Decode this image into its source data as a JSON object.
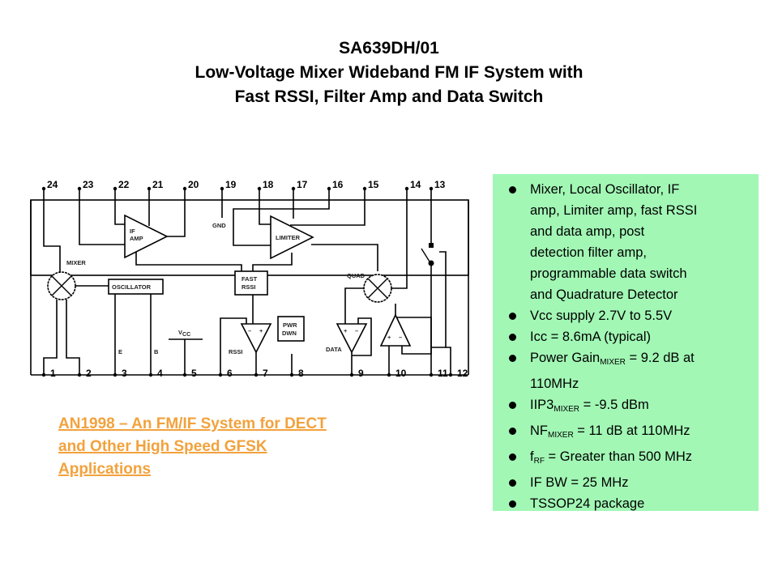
{
  "title": {
    "line1": "SA639DH/01",
    "line2": "Low-Voltage Mixer Wideband FM IF System with",
    "line3": "Fast RSSI, Filter Amp and Data Switch"
  },
  "diagram": {
    "top_pins": [
      "24",
      "23",
      "22",
      "21",
      "20",
      "19",
      "18",
      "17",
      "16",
      "15",
      "14",
      "13"
    ],
    "bottom_pins": [
      "1",
      "2",
      "3",
      "4",
      "5",
      "6",
      "7",
      "8",
      "9",
      "10",
      "11",
      "12"
    ],
    "blocks": {
      "if_amp_line1": "IF",
      "if_amp_line2": "AMP",
      "limiter": "LIMITER",
      "gnd": "GND",
      "mixer": "MIXER",
      "oscillator": "OSCILLATOR",
      "fast_rssi_line1": "FAST",
      "fast_rssi_line2": "RSSI",
      "quad": "QUAD",
      "pwr_dwn_line1": "PWR",
      "pwr_dwn_line2": "DWN",
      "vcc_main": "V",
      "vcc_sub": "CC",
      "emitter": "E",
      "base": "B",
      "rssi": "RSSI",
      "data": "DATA",
      "minus": "–",
      "plus": "+"
    }
  },
  "link": {
    "line1": "AN1998 – An FM/IF System for DECT",
    "line2": "and Other High Speed GFSK",
    "line3": "Applications",
    "color": "#f2a23c"
  },
  "features": {
    "background": "#a2f7b5",
    "items": [
      {
        "lines": [
          "Mixer, Local Oscillator, IF",
          "amp, Limiter amp, fast RSSI",
          "and data amp, post",
          "detection filter amp,",
          "programmable data switch",
          "and Quadrature Detector"
        ]
      },
      {
        "text": "Vcc supply 2.7V to 5.5V"
      },
      {
        "text": "Icc = 8.6mA (typical)"
      },
      {
        "pre": "Power Gain",
        "sub": "MIXER",
        "post": " = 9.2 dB at",
        "line2": "110MHz"
      },
      {
        "pre": "IIP3",
        "sub": "MIXER",
        "post": " = -9.5 dBm"
      },
      {
        "pre": "NF",
        "sub": "MIXER",
        "post": " = 11 dB at 110MHz"
      },
      {
        "pre": "f",
        "sub": "RF",
        "post": " = Greater than 500 MHz"
      },
      {
        "text": "IF BW = 25 MHz"
      },
      {
        "text": "TSSOP24 package"
      }
    ]
  }
}
